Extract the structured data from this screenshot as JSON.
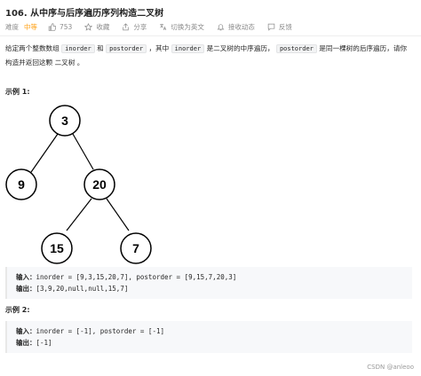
{
  "problem": {
    "title": "106. 从中序与后序遍历序列构造二叉树"
  },
  "meta": {
    "difficulty_label": "难度",
    "difficulty": "中等",
    "likes": "753",
    "collect": "收藏",
    "share": "分享",
    "switch_lang": "切换为英文",
    "notify": "接收动态",
    "feedback": "反馈",
    "difficulty_color": "#ffa116"
  },
  "description": {
    "t1": "给定两个整数数组 ",
    "c1": "inorder",
    "t2": " 和 ",
    "c2": "postorder",
    "t3": " ，其中 ",
    "c3": "inorder",
    "t4": " 是二叉树的中序遍历， ",
    "c4": "postorder",
    "t5": " 是同一棵树的后序遍历，请你构造并返回这颗 二叉树 。"
  },
  "example1": {
    "title": "示例 1:",
    "tree": {
      "root": "3",
      "left": "9",
      "right": "20",
      "right_left": "15",
      "right_right": "7"
    },
    "input_label": "输入：",
    "input": "inorder = [9,3,15,20,7], postorder = [9,15,7,20,3]",
    "output_label": "输出：",
    "output": "[3,9,20,null,null,15,7]"
  },
  "example2": {
    "title": "示例 2:",
    "input_label": "输入：",
    "input": "inorder = [-1], postorder = [-1]",
    "output_label": "输出：",
    "output": "[-1]"
  },
  "footer": {
    "watermark": "CSDN @anleoo"
  }
}
